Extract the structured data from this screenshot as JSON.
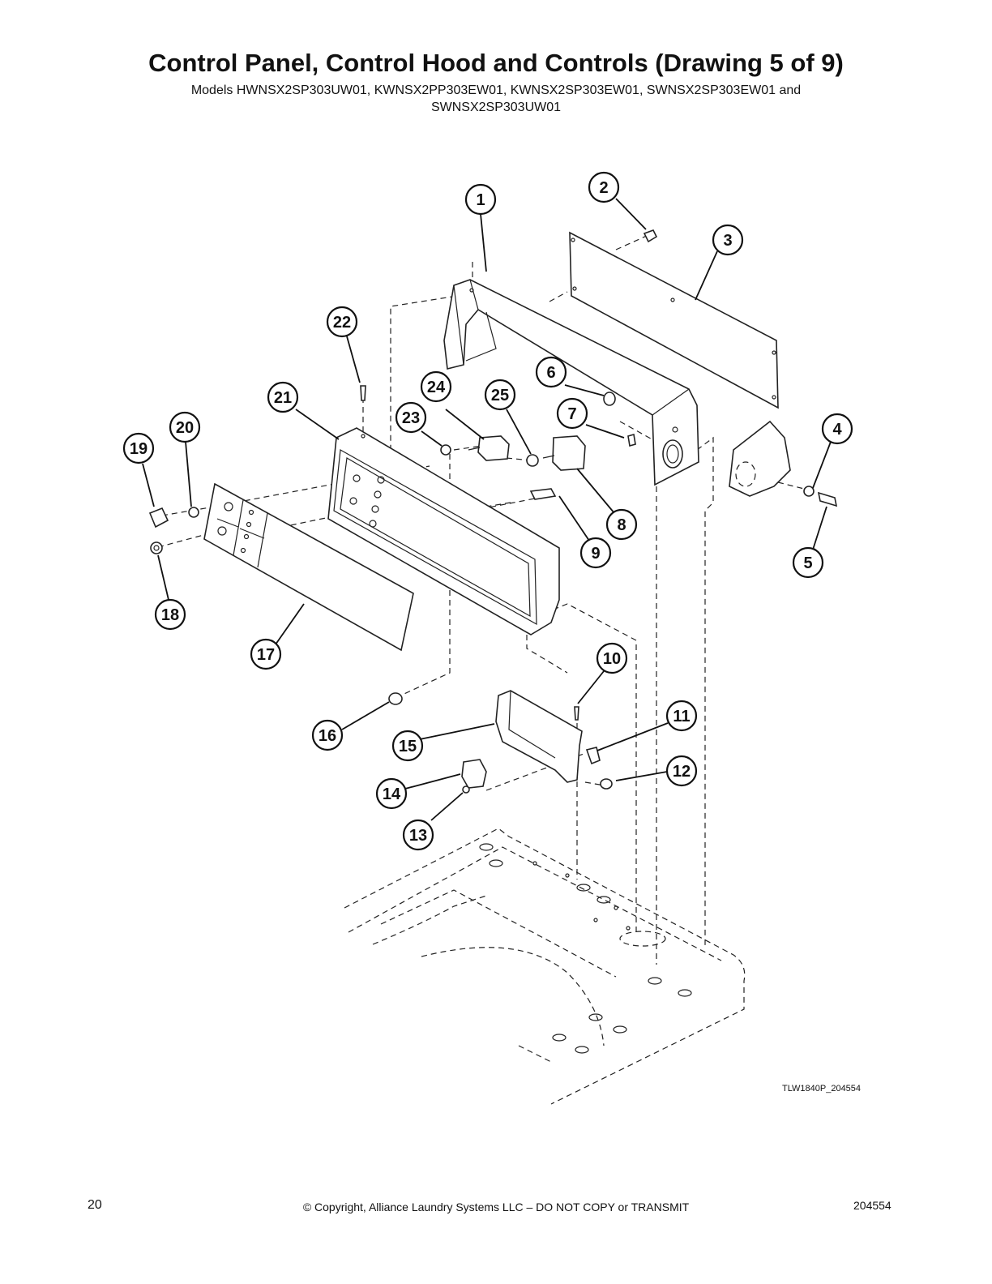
{
  "header": {
    "title": "Control Panel, Control Hood and Controls (Drawing 5 of 9)",
    "subtitle_line1": "Models HWNSX2SP303UW01, KWNSX2PP303EW01, KWNSX2SP303EW01, SWNSX2SP303EW01 and",
    "subtitle_line2": "SWNSX2SP303UW01"
  },
  "diagram": {
    "callouts": [
      "1",
      "2",
      "3",
      "4",
      "5",
      "6",
      "7",
      "8",
      "9",
      "10",
      "11",
      "12",
      "13",
      "14",
      "15",
      "16",
      "17",
      "18",
      "19",
      "20",
      "21",
      "22",
      "23",
      "24",
      "25"
    ],
    "drawing_code": "TLW1840P_204554"
  },
  "footer": {
    "page_number": "20",
    "copyright": "© Copyright, Alliance Laundry Systems LLC – DO NOT COPY or TRANSMIT",
    "doc_number": "204554"
  }
}
